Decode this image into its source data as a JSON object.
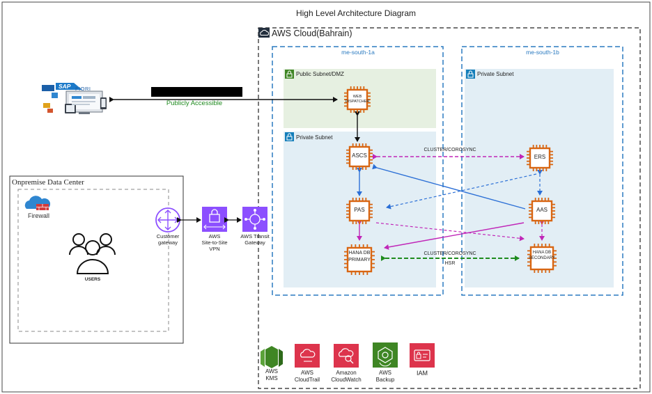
{
  "title": "High Level Architecture Diagram",
  "aws_cloud": {
    "label": "AWS Cloud(Bahrain)"
  },
  "az_a": {
    "label": "me-south-1a"
  },
  "az_b": {
    "label": "me-south-1b"
  },
  "public_subnet": {
    "label": "Public Subnet/DMZ"
  },
  "private_subnet_a": {
    "label": "Private Subnet"
  },
  "private_subnet_b": {
    "label": "Private Subnet"
  },
  "nodes": {
    "web_dispatcher": "WEB DISPATCHER",
    "ascs": "ASCS",
    "pas": "PAS",
    "hana_primary_1": "HANA DB",
    "hana_primary_2": "PRIMARY",
    "ers": "ERS",
    "aas": "AAS",
    "hana_secondary_1": "HANA DB",
    "hana_secondary_2": "SECONDARY"
  },
  "links": {
    "cluster_top": "CLUSTER/COROSYNC",
    "cluster_bottom": "CLUSTER/COROSYNC",
    "hsr": "HSR",
    "public_access": "Publicly Accessible"
  },
  "fiori": {
    "brand": "SAP",
    "product": "FIORI"
  },
  "onprem": {
    "title": "Onpremise Data Center",
    "firewall": "Firewall",
    "users": "USERS"
  },
  "network": {
    "customer_gateway_1": "Customer",
    "customer_gateway_2": "gateway",
    "vpn_1": "AWS",
    "vpn_2": "Site-to-Site",
    "vpn_3": "VPN",
    "tgw_1": "AWS Transit",
    "tgw_2": "Gateway"
  },
  "services": {
    "kms_1": "AWS",
    "kms_2": "KMS",
    "cloudtrail_1": "AWS",
    "cloudtrail_2": "CloudTrail",
    "cloudwatch_1": "Amazon",
    "cloudwatch_2": "CloudWatch",
    "backup_1": "AWS",
    "backup_2": "Backup",
    "iam": "IAM"
  },
  "colors": {
    "chip": "#d86613",
    "subnet_public": "#e6f0e1",
    "subnet_private": "#e2eef5",
    "az_border": "#2a7ac0",
    "link_black": "#111111",
    "link_blue": "#2b6fd6",
    "link_magenta": "#c026b8",
    "link_green": "#1e8b1e",
    "purple": "#8c4fff",
    "pink": "#dd344c",
    "green_service": "#3f8624",
    "kms_green": "#3f8624"
  }
}
